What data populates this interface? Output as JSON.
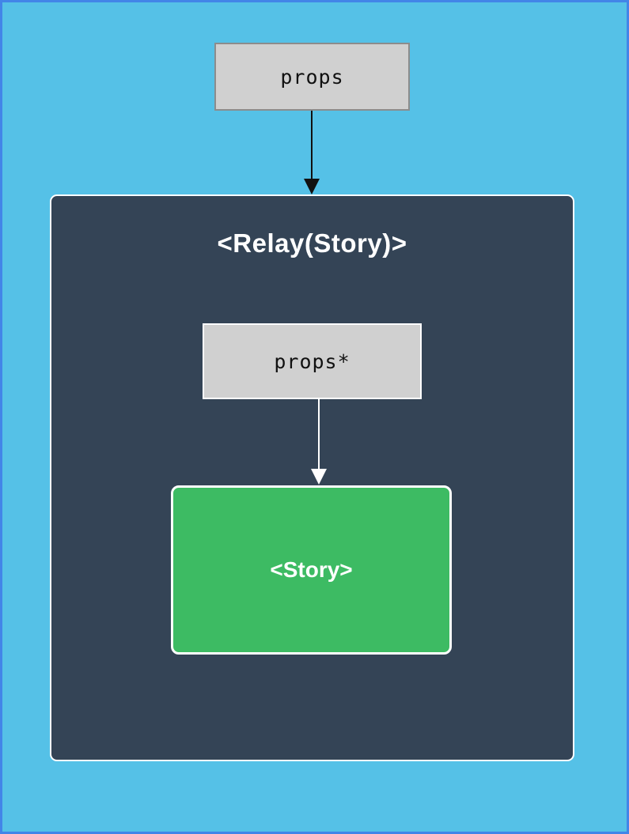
{
  "diagram": {
    "outer_props_label": "props",
    "container_title": "<Relay(Story)>",
    "inner_props_label": "props*",
    "story_label": "<Story>"
  },
  "icons": {
    "outer_arrow": "down-arrow",
    "inner_arrow": "down-arrow"
  },
  "colors": {
    "page_bg": "#55c1e7",
    "page_border": "#4285e8",
    "box_gray_bg": "#d0d0d0",
    "box_gray_border": "#8c8c8c",
    "container_bg": "#344456",
    "container_border": "#ffffff",
    "story_bg": "#3dbb63",
    "arrow_black": "#111111",
    "arrow_white": "#ffffff",
    "text_dark": "#111111",
    "text_light": "#ffffff"
  }
}
